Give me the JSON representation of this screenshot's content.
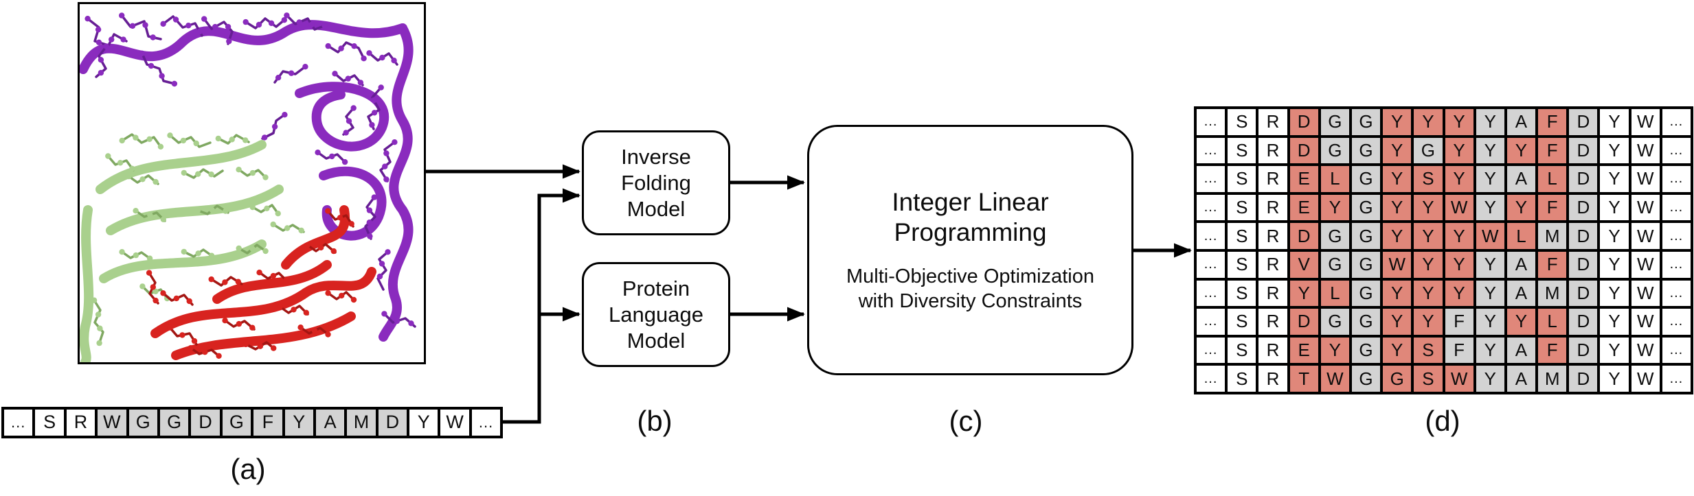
{
  "cell_colors": {
    "r": "#E0877A",
    "g": "#D3D3D3",
    "w": "#FFFFFF"
  },
  "panel_a": {
    "label": "(a)",
    "chain_colors": {
      "purple": "#8A2BBE",
      "purple_dark": "#661E94",
      "green": "#A9D08D",
      "green_dark": "#7FA861",
      "red": "#D8231F",
      "red_dark": "#A31613"
    },
    "sequence_cells": [
      {
        "t": "...",
        "c": "w"
      },
      {
        "t": "S",
        "c": "w"
      },
      {
        "t": "R",
        "c": "w"
      },
      {
        "t": "W",
        "c": "g"
      },
      {
        "t": "G",
        "c": "g"
      },
      {
        "t": "G",
        "c": "g"
      },
      {
        "t": "D",
        "c": "g"
      },
      {
        "t": "G",
        "c": "g"
      },
      {
        "t": "F",
        "c": "g"
      },
      {
        "t": "Y",
        "c": "g"
      },
      {
        "t": "A",
        "c": "g"
      },
      {
        "t": "M",
        "c": "g"
      },
      {
        "t": "D",
        "c": "g"
      },
      {
        "t": "Y",
        "c": "w"
      },
      {
        "t": "W",
        "c": "w"
      },
      {
        "t": "...",
        "c": "w"
      }
    ]
  },
  "panel_b": {
    "label": "(b)",
    "box1": "Inverse\nFolding\nModel",
    "box2": "Protein\nLanguage\nModel"
  },
  "panel_c": {
    "label": "(c)",
    "title": "Integer Linear\nProgramming",
    "subtitle": "Multi-Objective Optimization\nwith Diversity Constraints"
  },
  "panel_d": {
    "label": "(d)",
    "rows": [
      [
        {
          "t": "...",
          "c": "w"
        },
        {
          "t": "S",
          "c": "w"
        },
        {
          "t": "R",
          "c": "w"
        },
        {
          "t": "D",
          "c": "r"
        },
        {
          "t": "G",
          "c": "g"
        },
        {
          "t": "G",
          "c": "g"
        },
        {
          "t": "Y",
          "c": "r"
        },
        {
          "t": "Y",
          "c": "r"
        },
        {
          "t": "Y",
          "c": "r"
        },
        {
          "t": "Y",
          "c": "g"
        },
        {
          "t": "A",
          "c": "g"
        },
        {
          "t": "F",
          "c": "r"
        },
        {
          "t": "D",
          "c": "g"
        },
        {
          "t": "Y",
          "c": "w"
        },
        {
          "t": "W",
          "c": "w"
        },
        {
          "t": "...",
          "c": "w"
        }
      ],
      [
        {
          "t": "...",
          "c": "w"
        },
        {
          "t": "S",
          "c": "w"
        },
        {
          "t": "R",
          "c": "w"
        },
        {
          "t": "D",
          "c": "r"
        },
        {
          "t": "G",
          "c": "g"
        },
        {
          "t": "G",
          "c": "g"
        },
        {
          "t": "Y",
          "c": "r"
        },
        {
          "t": "G",
          "c": "g"
        },
        {
          "t": "Y",
          "c": "r"
        },
        {
          "t": "Y",
          "c": "g"
        },
        {
          "t": "Y",
          "c": "r"
        },
        {
          "t": "F",
          "c": "r"
        },
        {
          "t": "D",
          "c": "g"
        },
        {
          "t": "Y",
          "c": "w"
        },
        {
          "t": "W",
          "c": "w"
        },
        {
          "t": "...",
          "c": "w"
        }
      ],
      [
        {
          "t": "...",
          "c": "w"
        },
        {
          "t": "S",
          "c": "w"
        },
        {
          "t": "R",
          "c": "w"
        },
        {
          "t": "E",
          "c": "r"
        },
        {
          "t": "L",
          "c": "r"
        },
        {
          "t": "G",
          "c": "g"
        },
        {
          "t": "Y",
          "c": "r"
        },
        {
          "t": "S",
          "c": "r"
        },
        {
          "t": "Y",
          "c": "r"
        },
        {
          "t": "Y",
          "c": "g"
        },
        {
          "t": "A",
          "c": "g"
        },
        {
          "t": "L",
          "c": "r"
        },
        {
          "t": "D",
          "c": "g"
        },
        {
          "t": "Y",
          "c": "w"
        },
        {
          "t": "W",
          "c": "w"
        },
        {
          "t": "...",
          "c": "w"
        }
      ],
      [
        {
          "t": "...",
          "c": "w"
        },
        {
          "t": "S",
          "c": "w"
        },
        {
          "t": "R",
          "c": "w"
        },
        {
          "t": "E",
          "c": "r"
        },
        {
          "t": "Y",
          "c": "r"
        },
        {
          "t": "G",
          "c": "g"
        },
        {
          "t": "Y",
          "c": "r"
        },
        {
          "t": "Y",
          "c": "r"
        },
        {
          "t": "W",
          "c": "r"
        },
        {
          "t": "Y",
          "c": "g"
        },
        {
          "t": "Y",
          "c": "r"
        },
        {
          "t": "F",
          "c": "r"
        },
        {
          "t": "D",
          "c": "g"
        },
        {
          "t": "Y",
          "c": "w"
        },
        {
          "t": "W",
          "c": "w"
        },
        {
          "t": "...",
          "c": "w"
        }
      ],
      [
        {
          "t": "...",
          "c": "w"
        },
        {
          "t": "S",
          "c": "w"
        },
        {
          "t": "R",
          "c": "w"
        },
        {
          "t": "D",
          "c": "r"
        },
        {
          "t": "G",
          "c": "g"
        },
        {
          "t": "G",
          "c": "g"
        },
        {
          "t": "Y",
          "c": "r"
        },
        {
          "t": "Y",
          "c": "r"
        },
        {
          "t": "Y",
          "c": "r"
        },
        {
          "t": "W",
          "c": "r"
        },
        {
          "t": "L",
          "c": "r"
        },
        {
          "t": "M",
          "c": "g"
        },
        {
          "t": "D",
          "c": "g"
        },
        {
          "t": "Y",
          "c": "w"
        },
        {
          "t": "W",
          "c": "w"
        },
        {
          "t": "...",
          "c": "w"
        }
      ],
      [
        {
          "t": "...",
          "c": "w"
        },
        {
          "t": "S",
          "c": "w"
        },
        {
          "t": "R",
          "c": "w"
        },
        {
          "t": "V",
          "c": "r"
        },
        {
          "t": "G",
          "c": "g"
        },
        {
          "t": "G",
          "c": "g"
        },
        {
          "t": "W",
          "c": "r"
        },
        {
          "t": "Y",
          "c": "r"
        },
        {
          "t": "Y",
          "c": "r"
        },
        {
          "t": "Y",
          "c": "g"
        },
        {
          "t": "A",
          "c": "g"
        },
        {
          "t": "F",
          "c": "r"
        },
        {
          "t": "D",
          "c": "g"
        },
        {
          "t": "Y",
          "c": "w"
        },
        {
          "t": "W",
          "c": "w"
        },
        {
          "t": "...",
          "c": "w"
        }
      ],
      [
        {
          "t": "...",
          "c": "w"
        },
        {
          "t": "S",
          "c": "w"
        },
        {
          "t": "R",
          "c": "w"
        },
        {
          "t": "Y",
          "c": "r"
        },
        {
          "t": "L",
          "c": "r"
        },
        {
          "t": "G",
          "c": "g"
        },
        {
          "t": "Y",
          "c": "r"
        },
        {
          "t": "Y",
          "c": "r"
        },
        {
          "t": "Y",
          "c": "r"
        },
        {
          "t": "Y",
          "c": "g"
        },
        {
          "t": "A",
          "c": "g"
        },
        {
          "t": "M",
          "c": "g"
        },
        {
          "t": "D",
          "c": "g"
        },
        {
          "t": "Y",
          "c": "w"
        },
        {
          "t": "W",
          "c": "w"
        },
        {
          "t": "...",
          "c": "w"
        }
      ],
      [
        {
          "t": "...",
          "c": "w"
        },
        {
          "t": "S",
          "c": "w"
        },
        {
          "t": "R",
          "c": "w"
        },
        {
          "t": "D",
          "c": "r"
        },
        {
          "t": "G",
          "c": "g"
        },
        {
          "t": "G",
          "c": "g"
        },
        {
          "t": "Y",
          "c": "r"
        },
        {
          "t": "Y",
          "c": "r"
        },
        {
          "t": "F",
          "c": "g"
        },
        {
          "t": "Y",
          "c": "g"
        },
        {
          "t": "Y",
          "c": "r"
        },
        {
          "t": "L",
          "c": "r"
        },
        {
          "t": "D",
          "c": "g"
        },
        {
          "t": "Y",
          "c": "w"
        },
        {
          "t": "W",
          "c": "w"
        },
        {
          "t": "...",
          "c": "w"
        }
      ],
      [
        {
          "t": "...",
          "c": "w"
        },
        {
          "t": "S",
          "c": "w"
        },
        {
          "t": "R",
          "c": "w"
        },
        {
          "t": "E",
          "c": "r"
        },
        {
          "t": "Y",
          "c": "r"
        },
        {
          "t": "G",
          "c": "g"
        },
        {
          "t": "Y",
          "c": "r"
        },
        {
          "t": "S",
          "c": "r"
        },
        {
          "t": "F",
          "c": "g"
        },
        {
          "t": "Y",
          "c": "g"
        },
        {
          "t": "A",
          "c": "g"
        },
        {
          "t": "F",
          "c": "r"
        },
        {
          "t": "D",
          "c": "g"
        },
        {
          "t": "Y",
          "c": "w"
        },
        {
          "t": "W",
          "c": "w"
        },
        {
          "t": "...",
          "c": "w"
        }
      ],
      [
        {
          "t": "...",
          "c": "w"
        },
        {
          "t": "S",
          "c": "w"
        },
        {
          "t": "R",
          "c": "w"
        },
        {
          "t": "T",
          "c": "r"
        },
        {
          "t": "W",
          "c": "r"
        },
        {
          "t": "G",
          "c": "g"
        },
        {
          "t": "G",
          "c": "r"
        },
        {
          "t": "S",
          "c": "r"
        },
        {
          "t": "W",
          "c": "r"
        },
        {
          "t": "Y",
          "c": "g"
        },
        {
          "t": "A",
          "c": "g"
        },
        {
          "t": "M",
          "c": "g"
        },
        {
          "t": "D",
          "c": "g"
        },
        {
          "t": "Y",
          "c": "w"
        },
        {
          "t": "W",
          "c": "w"
        },
        {
          "t": "...",
          "c": "w"
        }
      ]
    ]
  }
}
